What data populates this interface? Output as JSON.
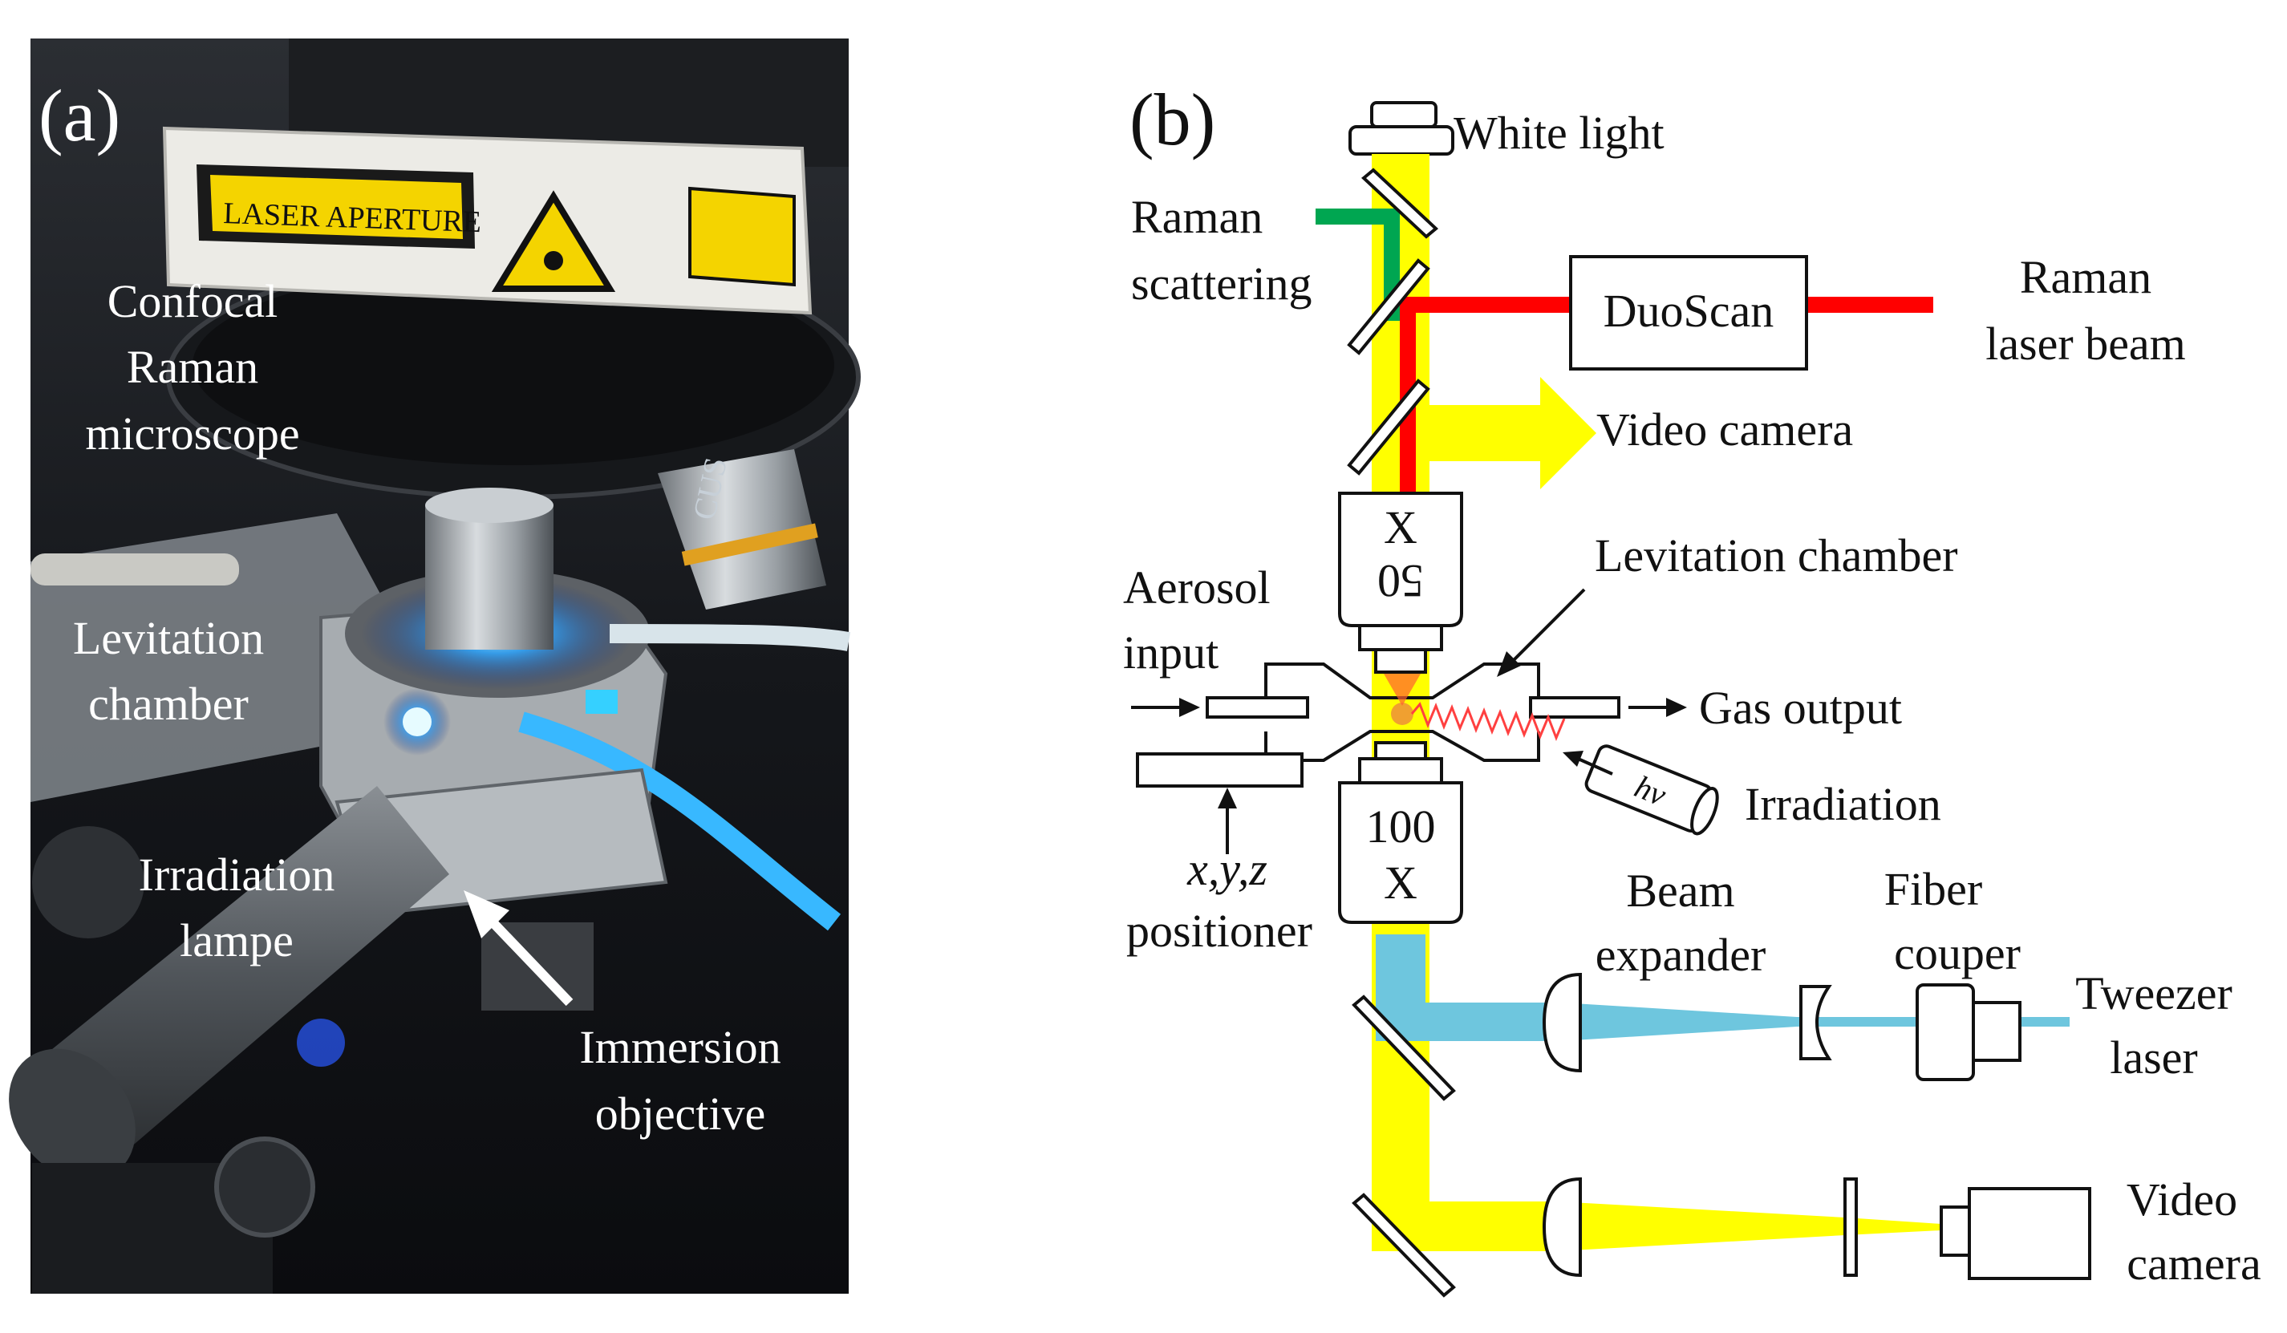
{
  "panel_a": {
    "tag": "(a)",
    "labels": {
      "confocal": [
        "Confocal",
        "Raman",
        "microscope"
      ],
      "levitation": [
        "Levitation",
        "chamber"
      ],
      "irradiation": [
        "Irradiation",
        "lampe"
      ],
      "immersion": [
        "Immersion",
        "objective"
      ]
    },
    "device_text": {
      "aperture": "LASER APERTURE",
      "objective_brand": "CUS"
    }
  },
  "panel_b": {
    "tag": "(b)",
    "labels": {
      "white_light": "White light",
      "raman_scattering": [
        "Raman",
        "scattering"
      ],
      "duoscan": "DuoScan",
      "raman_laser": [
        "Raman",
        "laser beam"
      ],
      "video_camera_top": "Video camera",
      "levitation_chamber": "Levitation chamber",
      "aerosol": [
        "Aerosol",
        "input"
      ],
      "gas_output": "Gas output",
      "irradiation": "Irradiation",
      "hv": "hv",
      "xyz": "x,y,z",
      "positioner": "positioner",
      "beam_expander": [
        "Beam",
        "expander"
      ],
      "fiber": [
        "Fiber",
        "couper"
      ],
      "tweezer": [
        "Tweezer",
        "laser"
      ],
      "video_camera_bottom": [
        "Video",
        "camera"
      ],
      "objective_top": [
        "X",
        "50"
      ],
      "objective_bottom": [
        "100",
        "X"
      ]
    },
    "colors": {
      "white_light_beam": "#ffff00",
      "raman_laser_beam": "#ff0000",
      "raman_scattering_beam": "#00a651",
      "tweezer_beam": "#6ec6de"
    }
  }
}
